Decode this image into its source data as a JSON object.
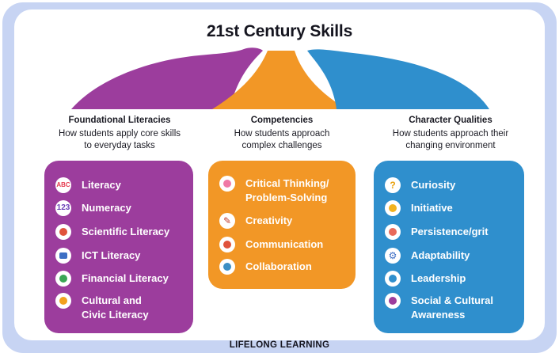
{
  "title": "21st Century Skills",
  "footer": "LIFELONG LEARNING",
  "colors": {
    "purple": "#9c3d9d",
    "orange": "#f29726",
    "blue": "#2f8fcd",
    "frame": "#c7d4f3"
  },
  "columns": [
    {
      "heading": "Foundational Literacies",
      "subtitle_line1": "How students apply core skills",
      "subtitle_line2": "to everyday tasks",
      "items": [
        {
          "label": "Literacy",
          "icon": "abc-icon"
        },
        {
          "label": "Numeracy",
          "icon": "numbers-icon"
        },
        {
          "label": "Scientific Literacy",
          "icon": "flask-icon"
        },
        {
          "label": "ICT Literacy",
          "icon": "monitor-icon"
        },
        {
          "label": "Financial Literacy",
          "icon": "globe-money-icon"
        },
        {
          "label_line1": "Cultural and",
          "label_line2": "Civic Literacy",
          "icon": "people-circle-icon"
        }
      ]
    },
    {
      "heading": "Competencies",
      "subtitle_line1": "How students approach",
      "subtitle_line2": "complex challenges",
      "items": [
        {
          "label_line1": "Critical Thinking/",
          "label_line2": "Problem-Solving",
          "icon": "brain-icon"
        },
        {
          "label": "Creativity",
          "icon": "paintbrush-icon"
        },
        {
          "label": "Communication",
          "icon": "speech-bubble-icon"
        },
        {
          "label": "Collaboration",
          "icon": "team-icon"
        }
      ]
    },
    {
      "heading": "Character Qualities",
      "subtitle_line1": "How students approach their",
      "subtitle_line2": "changing environment",
      "items": [
        {
          "label": "Curiosity",
          "icon": "question-head-icon"
        },
        {
          "label": "Initiative",
          "icon": "raised-hand-icon"
        },
        {
          "label": "Persistence/grit",
          "icon": "determined-face-icon"
        },
        {
          "label": "Adaptability",
          "icon": "gears-icon"
        },
        {
          "label": "Leadership",
          "icon": "leader-icon"
        },
        {
          "label_line1": "Social & Cultural",
          "label_line2": "Awareness",
          "icon": "community-icon"
        }
      ]
    }
  ]
}
